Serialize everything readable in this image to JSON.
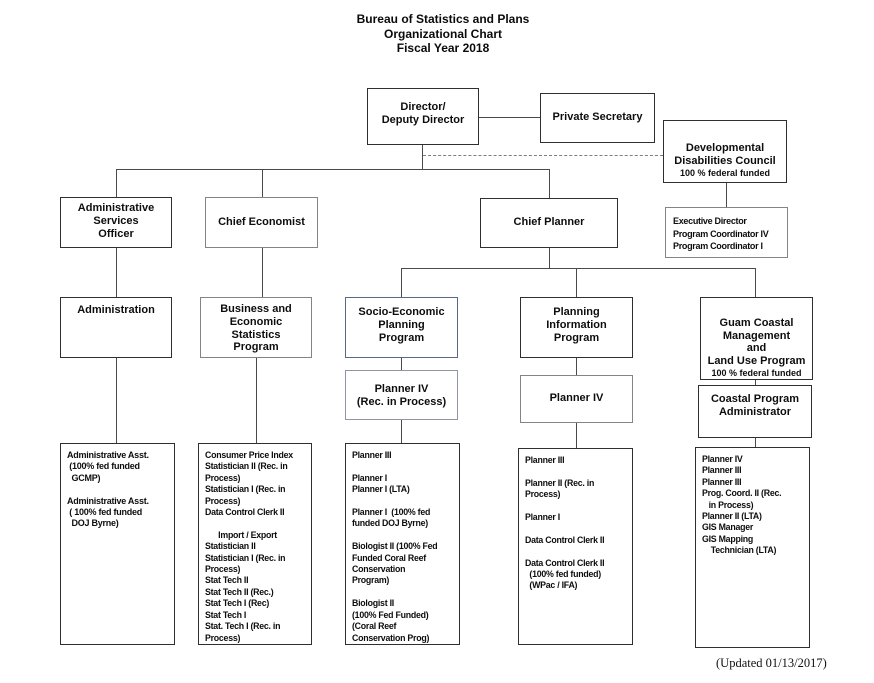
{
  "title": {
    "lines": "Bureau of Statistics and Plans\nOrganizational Chart\nFiscal Year 2018"
  },
  "footer": {
    "updated_note": "(Updated 01/13/2017)"
  },
  "colors": {
    "connector_line": "#4a4a4a",
    "dashed_line": "#7d7d7d",
    "sepp_border": "#566b83",
    "box_border": "#2f2f2f"
  },
  "boxes": {
    "director": {
      "label": "Director/\nDeputy Director"
    },
    "private_secretary": {
      "label": "Private Secretary"
    },
    "ddc": {
      "title": "Developmental\nDisabilities Council",
      "sub": "100 % federal funded"
    },
    "exec_director": {
      "label": "Executive Director\nProgram Coordinator IV\nProgram Coordinator I"
    },
    "aso": {
      "label": "Administrative\nServices\nOfficer"
    },
    "chief_economist": {
      "label": "Chief Economist"
    },
    "chief_planner": {
      "label": "Chief Planner"
    },
    "administration": {
      "label": "Administration"
    },
    "besp": {
      "label": "Business and\nEconomic\nStatistics\nProgram"
    },
    "sepp": {
      "label": "Socio-Economic\nPlanning\nProgram"
    },
    "pip": {
      "label": "Planning\nInformation\nProgram"
    },
    "gcm": {
      "title": "Guam Coastal\nManagement\nand\nLand Use Program",
      "sub": "100 % federal funded"
    },
    "planner4_sepp": {
      "label": "Planner IV\n(Rec. in Process)"
    },
    "planner4_pip": {
      "label": "Planner IV"
    },
    "cpa": {
      "label": "Coastal Program\nAdministrator"
    },
    "admin_staff": {
      "label": "Administrative Asst.\n (100% fed funded\n  GCMP)\n\nAdministrative Asst.\n ( 100% fed funded\n  DOJ Byrne)"
    },
    "besp_staff": {
      "label": "Consumer Price Index\nStatistician II (Rec. in\nProcess)\nStatistician I (Rec. in\nProcess)\nData Control Clerk II\n\n      Import / Export\nStatistician II\nStatistician I (Rec. in\nProcess)\nStat Tech II\nStat Tech II (Rec.)\nStat Tech I (Rec)\nStat Tech I\nStat. Tech I (Rec. in\nProcess)"
    },
    "sepp_staff": {
      "label": "Planner III\n\nPlanner I\nPlanner I (LTA)\n\nPlanner I  (100% fed\nfunded DOJ Byrne)\n\nBiologist II (100% Fed\nFunded Coral Reef\nConservation\nProgram)\n\nBiologist II\n(100% Fed Funded)\n(Coral Reef\nConservation Prog)"
    },
    "pip_staff": {
      "label": "Planner III\n\nPlanner II (Rec. in\nProcess)\n\nPlanner I\n\nData Control Clerk II\n\nData Control Clerk II\n  (100% fed funded)\n  (WPac / IFA)"
    },
    "gcm_staff": {
      "label": "Planner IV\nPlanner III\nPlanner III\nProg. Coord. II (Rec.\n   in Process)\nPlanner II (LTA)\nGIS Manager\nGIS Mapping\n    Technician (LTA)"
    }
  }
}
